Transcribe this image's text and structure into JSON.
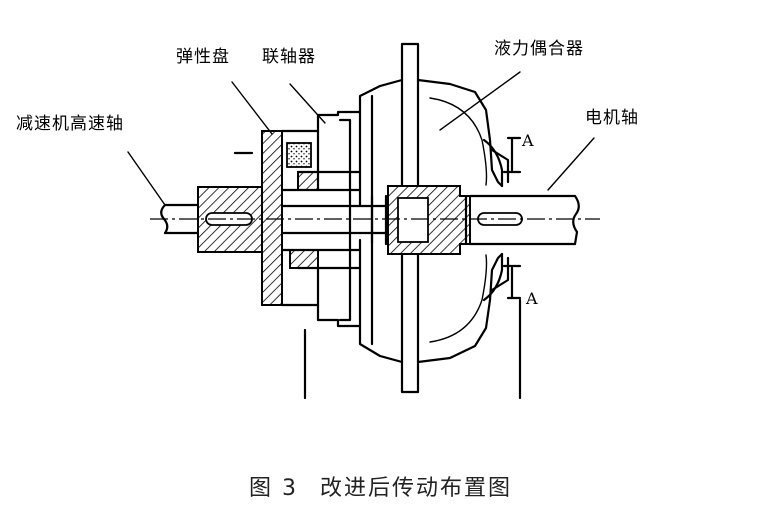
{
  "figure": {
    "number": "图 3",
    "caption": "改进后传动布置图"
  },
  "labels": {
    "elastic_disc": "弹性盘",
    "coupling": "联轴器",
    "fluid_coupling": "液力偶合器",
    "reducer_shaft": "减速机高速轴",
    "motor_shaft": "电机轴",
    "section_a_top": "A",
    "section_a_bottom": "A"
  }
}
